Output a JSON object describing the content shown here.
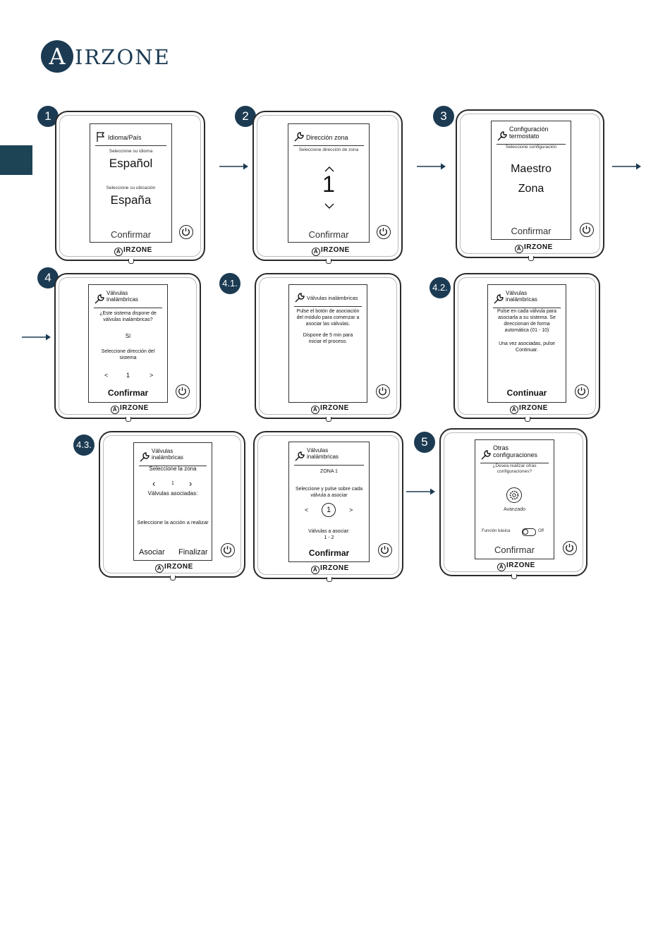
{
  "brand": {
    "logo_letter": "A",
    "logo_rest": "IRZONE",
    "small_logo": "IRZONE"
  },
  "steps": {
    "s1": {
      "badge": "1",
      "title": "Idioma/País",
      "lang_prompt": "Seleccione su idioma",
      "lang_value": "Español",
      "loc_prompt": "Seleccione su ubicación",
      "loc_value": "España",
      "confirm": "Confirmar"
    },
    "s2": {
      "badge": "2",
      "title": "Dirección zona",
      "prompt": "Seleccione dirección de zona",
      "value": "1",
      "confirm": "Confirmar"
    },
    "s3": {
      "badge": "3",
      "title_1": "Configuración",
      "title_2": "termostato",
      "prompt": "Seleccione configuración",
      "opt1": "Maestro",
      "opt2": "Zona",
      "confirm": "Confirmar"
    },
    "s4": {
      "badge": "4",
      "title_1": "Válvulas",
      "title_2": "inalámbricas",
      "question_1": "¿Este sistema dispone de",
      "question_2": "válvulas inalámbricas?",
      "answer": "Sí",
      "addr_1": "Seleccione dirección del",
      "addr_2": "sistema",
      "lt": "<",
      "num": "1",
      "gt": ">",
      "confirm": "Confirmar"
    },
    "s41": {
      "badge": "4.1.",
      "title": "Válvulas inalámbricas",
      "line1": "Pulse el botón de asociación",
      "line2": "del módulo para comenzar a",
      "line3": "asociar las válvulas.",
      "line4": "Dispone de 5 min para",
      "line5": "iniciar el proceso."
    },
    "s42": {
      "badge": "4.2.",
      "title_1": "Válvulas",
      "title_2": "inalámbricas",
      "line1": "Pulse en cada válvula para",
      "line2": "asociarla a su sistema. Se",
      "line3": "direccionan de forma",
      "line4": "automática (01 - 10)",
      "line5": "Una vez asociadas, pulse",
      "line6": "Continuar.",
      "action": "Continuar"
    },
    "s43": {
      "badge": "4.3.",
      "title_1": "Válvulas",
      "title_2": "inalámbricas",
      "select_zone": "Seleccione la zona",
      "lt": "‹",
      "num": "1",
      "gt": "›",
      "assoc_valves": "Válvulas asociadas:",
      "select_action": "Seleccione la acción a realizar",
      "btn_assoc": "Asociar",
      "btn_finish": "Finalizar"
    },
    "s44": {
      "title_1": "Válvulas",
      "title_2": "inalámbricas",
      "zone": "ZONA 1",
      "line1": "Seleccione y pulse sobre cada",
      "line2": "válvula a asociar",
      "lt": "<",
      "num": "1",
      "gt": ">",
      "to_assoc": "Válvulas a asociar:",
      "range": "1 - 2",
      "confirm": "Confirmar"
    },
    "s5": {
      "badge": "5",
      "title_1": "Otras",
      "title_2": "configuraciones",
      "q1": "¿Desea realizar otras",
      "q2": "configuraciones?",
      "advanced": "Avanzado",
      "basic": "Función básica",
      "off": "Off",
      "confirm": "Confirmar"
    }
  }
}
